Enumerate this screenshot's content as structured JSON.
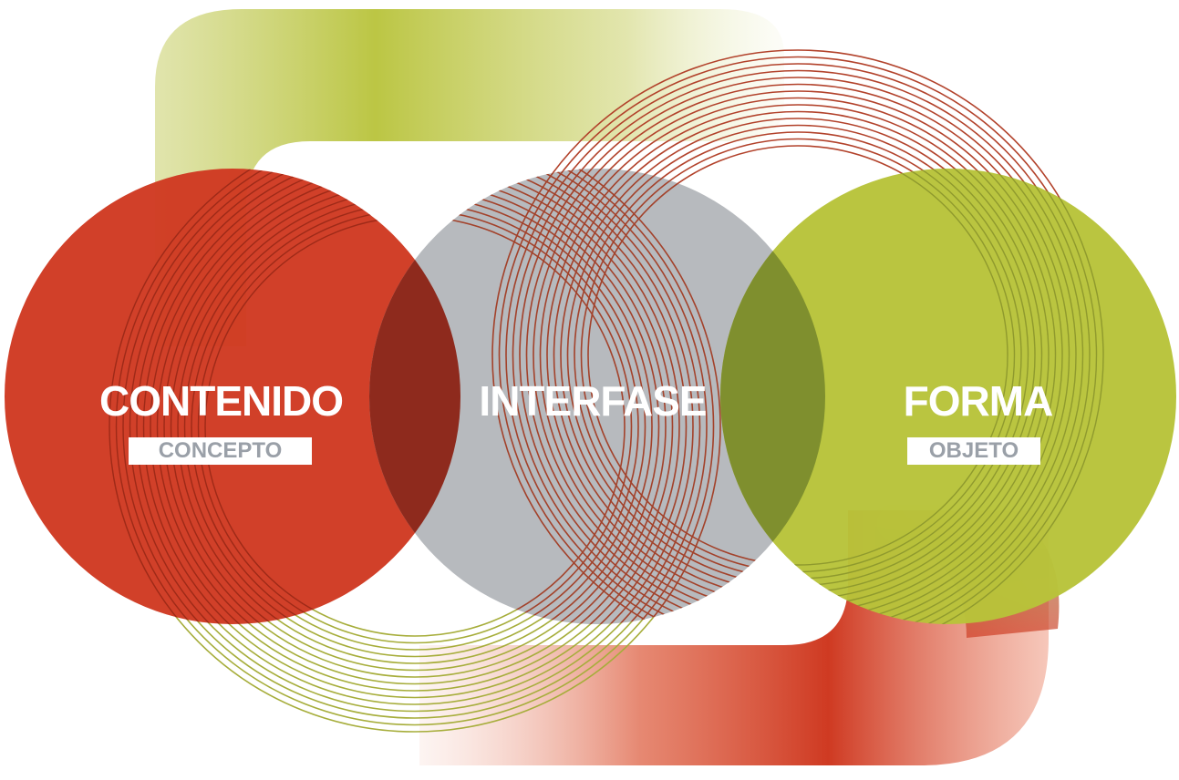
{
  "diagram": {
    "nodes": [
      {
        "id": "contenido",
        "title": "CONTENIDO",
        "tag": "CONCEPTO",
        "color": "#cf3a22"
      },
      {
        "id": "interfase",
        "title": "INTERFASE",
        "tag": "",
        "color": "#b3b6ba"
      },
      {
        "id": "forma",
        "title": "FORMA",
        "tag": "OBJETO",
        "color": "#b8c33a"
      }
    ],
    "colors": {
      "red": "#cf3a22",
      "dark_red": "#8e2a1d",
      "grey": "#b3b6ba",
      "green": "#b8c33a",
      "dark_green": "#7f8f2e",
      "ring_red": "#b2422b",
      "ring_green": "#a6ad3a"
    }
  }
}
